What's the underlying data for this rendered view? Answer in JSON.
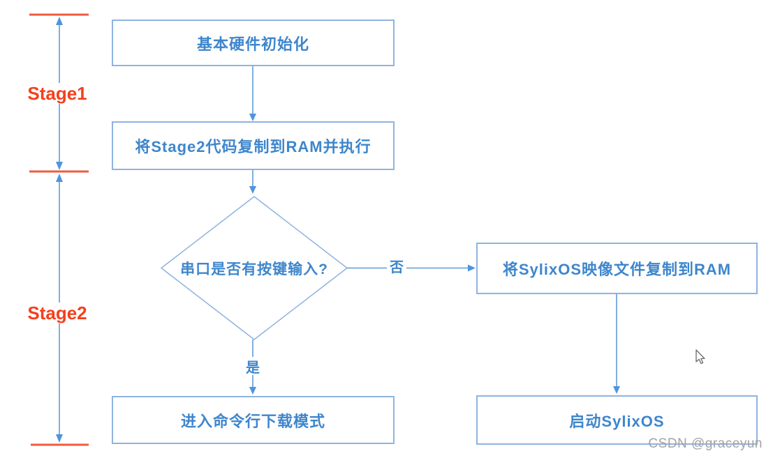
{
  "colors": {
    "line_blue": "#5f9bd8",
    "border_blue": "#8fb3e0",
    "text_blue": "#3e86cc",
    "arrow_blue": "#4f94dc",
    "stage_red": "#f4401d",
    "tick_red": "#f05a41",
    "watermark_gray": "#a3a3a3"
  },
  "stages": [
    {
      "label": "Stage1"
    },
    {
      "label": "Stage2"
    }
  ],
  "nodes": {
    "hw_init": "基本硬件初始化",
    "copy_stage2": "将Stage2代码复制到RAM并执行",
    "decision": "串口是否有按键输入?",
    "copy_image": "将SylixOS映像文件复制到RAM",
    "cmdline_download": "进入命令行下载模式",
    "boot_sylixos": "启动SylixOS"
  },
  "edge_labels": {
    "no": "否",
    "yes": "是"
  },
  "watermark": "CSDN @graceyun"
}
